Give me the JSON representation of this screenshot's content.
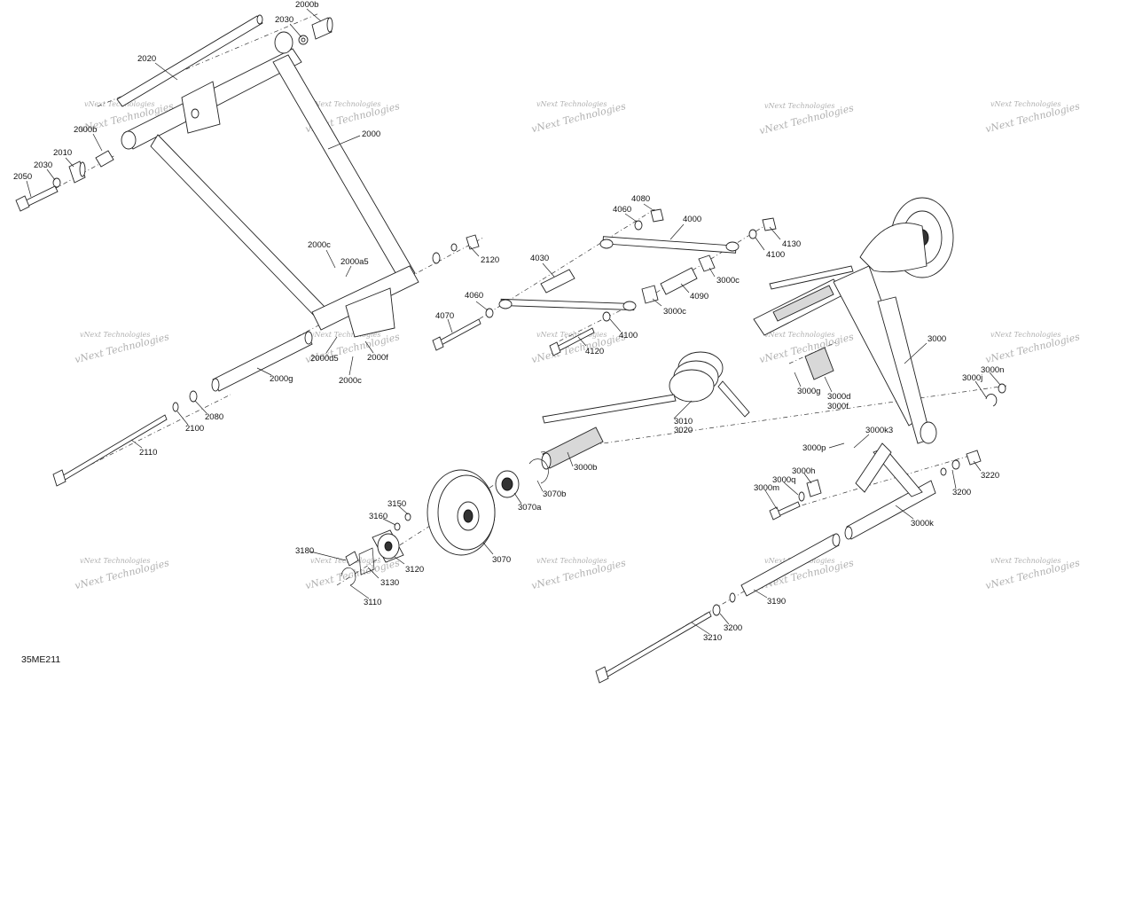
{
  "diagram": {
    "code": "35ME211",
    "watermark_text": "vNext Technologies",
    "labels": [
      "2000b",
      "2030",
      "2020",
      "2000b",
      "2010",
      "2030",
      "2050",
      "2000",
      "2000c",
      "2000a5",
      "2120",
      "2000d5",
      "2000f",
      "2000c",
      "2000g",
      "2080",
      "2100",
      "2110",
      "4080",
      "4060",
      "4000",
      "4130",
      "4100",
      "4030",
      "3000c",
      "4060",
      "4090",
      "3000c",
      "4070",
      "4100",
      "4120",
      "3000",
      "3000g",
      "3000d",
      "3000f",
      "3000n",
      "3000j",
      "3010",
      "3020",
      "3000b",
      "3070b",
      "3070a",
      "3000k3",
      "3000p",
      "3000h",
      "3000q",
      "3000m",
      "3220",
      "3200",
      "3000k",
      "3150",
      "3160",
      "3180",
      "3120",
      "3130",
      "3110",
      "3070",
      "3190",
      "3200",
      "3210"
    ]
  }
}
